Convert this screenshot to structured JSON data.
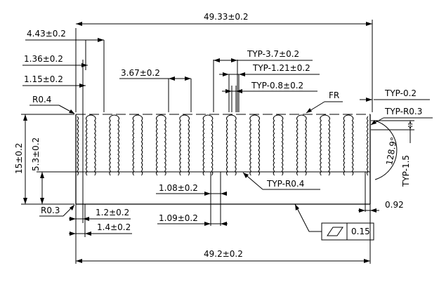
{
  "dimensions": {
    "overall_top": "49.33±0.2",
    "overall_bottom": "49.2±0.2",
    "d_4_43": "4.43±0.2",
    "d_1_36": "1.36±0.2",
    "d_1_15": "1.15±0.2",
    "r_0_4": "R0.4",
    "d_3_67": "3.67±0.2",
    "typ_3_7": "TYP-3.7±0.2",
    "typ_1_21": "TYP-1.21±0.2",
    "typ_0_8": "TYP-0.8±0.2",
    "fr": "FR",
    "typ_0_2": "TYP-0.2",
    "typ_r0_3": "TYP-R0.3",
    "angle": "128.9°",
    "typ_1_5": "TYP-1.5",
    "height_15": "15±0.2",
    "height_5_3": "5.3±0.2",
    "d_1_08": "1.08±0.2",
    "typ_r0_4": "TYP-R0.4",
    "r_0_3": "R0.3",
    "d_1_2": "1.2±0.2",
    "d_1_4": "1.4±0.2",
    "d_1_09": "1.09±0.2",
    "d_0_92": "0.92",
    "tolerance_value": "0.15"
  },
  "symbols": {
    "flatness": "flatness-symbol"
  }
}
